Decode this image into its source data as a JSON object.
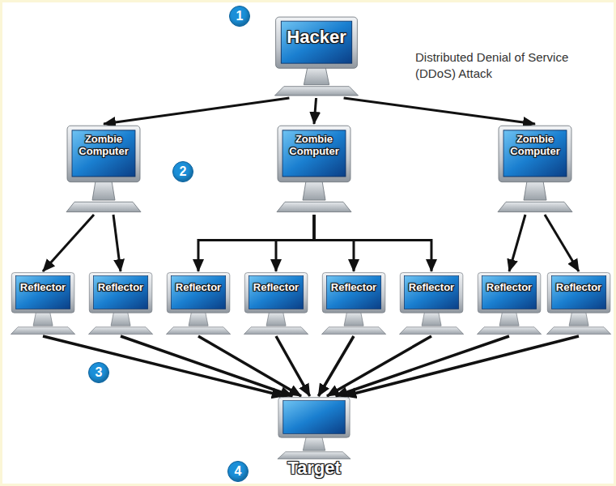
{
  "diagram": {
    "title": "Distributed Denial of Service (DDoS) Attack",
    "nodes": [
      {
        "text": [
          "Hacker"
        ]
      },
      {
        "text": [
          "Zombie Computer"
        ]
      },
      {
        "text": [
          "Zombie Computer"
        ]
      },
      {
        "text": [
          "Zombie Computer"
        ]
      },
      {
        "text": [
          "Reflector"
        ]
      },
      {
        "text": [
          "Reflector"
        ]
      },
      {
        "text": [
          "Reflector"
        ]
      },
      {
        "text": [
          "Reflector"
        ]
      },
      {
        "text": [
          "Reflector"
        ]
      },
      {
        "text": [
          "Reflector"
        ]
      },
      {
        "text": [
          "Reflector"
        ]
      },
      {
        "text": [
          "Reflector"
        ]
      },
      {
        "text": [
          "Target"
        ]
      }
    ],
    "edges": [
      {
        "from": 0,
        "to": 1,
        "arrow": "to"
      },
      {
        "from": 0,
        "to": 2,
        "arrow": "to"
      },
      {
        "from": 0,
        "to": 3,
        "arrow": "to"
      },
      {
        "from": 1,
        "to": 4,
        "arrow": "to"
      },
      {
        "from": 1,
        "to": 5,
        "arrow": "to"
      },
      {
        "from": 2,
        "to": 6,
        "arrow": "to"
      },
      {
        "from": 2,
        "to": 7,
        "arrow": "to"
      },
      {
        "from": 2,
        "to": 8,
        "arrow": "to"
      },
      {
        "from": 2,
        "to": 9,
        "arrow": "to"
      },
      {
        "from": 3,
        "to": 10,
        "arrow": "to"
      },
      {
        "from": 3,
        "to": 11,
        "arrow": "to"
      },
      {
        "from": 4,
        "to": 12,
        "arrow": "to"
      },
      {
        "from": 5,
        "to": 12,
        "arrow": "to"
      },
      {
        "from": 6,
        "to": 12,
        "arrow": "to"
      },
      {
        "from": 7,
        "to": 12,
        "arrow": "to"
      },
      {
        "from": 8,
        "to": 12,
        "arrow": "to"
      },
      {
        "from": 9,
        "to": 12,
        "arrow": "to"
      },
      {
        "from": 10,
        "to": 12,
        "arrow": "to"
      },
      {
        "from": 11,
        "to": 12,
        "arrow": "to"
      }
    ],
    "labels": [
      "1",
      "2",
      "3",
      "4"
    ]
  }
}
